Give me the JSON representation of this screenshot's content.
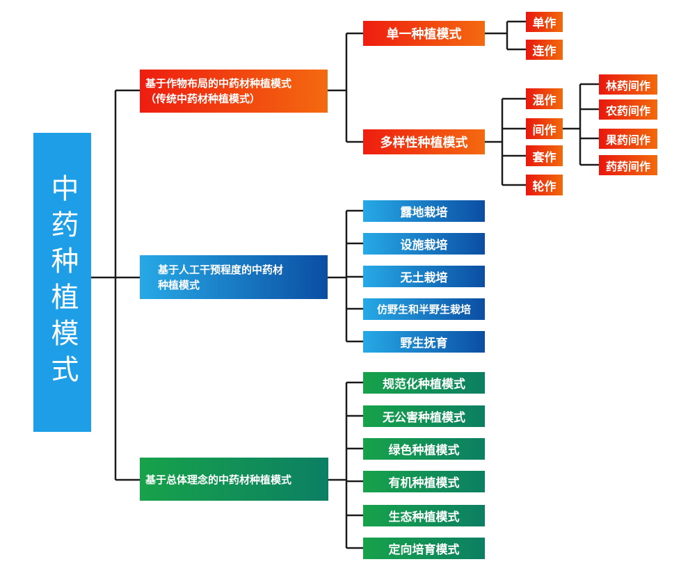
{
  "root": {
    "label": "中药种植模式"
  },
  "layout_branch": {
    "label_line1": "基于作物布局的中药材种植模式",
    "label_line2": "（传统中药材种植模式）",
    "single": {
      "label": "单一种植模式",
      "children": [
        "单作",
        "连作"
      ]
    },
    "diverse": {
      "label": "多样性种植模式",
      "children": [
        "混作",
        "间作",
        "套作",
        "轮作"
      ],
      "intercrop_children": [
        "林药间作",
        "农药间作",
        "果药间作",
        "药药间作"
      ]
    }
  },
  "intervention_branch": {
    "label_line1": "基于人工干预程度的中药材",
    "label_line2": "种植模式",
    "children": [
      "露地栽培",
      "设施栽培",
      "无土栽培",
      "仿野生和半野生栽培",
      "野生抚育"
    ]
  },
  "concept_branch": {
    "label": "基于总体理念的中药材种植模式",
    "children": [
      "规范化种植模式",
      "无公害种植模式",
      "绿色种植模式",
      "有机种植模式",
      "生态种植模式",
      "定向培育模式"
    ]
  },
  "colors": {
    "root": "#1f9ee8",
    "red": "#ee1d10",
    "orange": "#f46a10",
    "blue_light": "#27a9e6",
    "blue_dark": "#0b4ea3",
    "green": "#17a24a",
    "line": "#1a1a1a"
  }
}
